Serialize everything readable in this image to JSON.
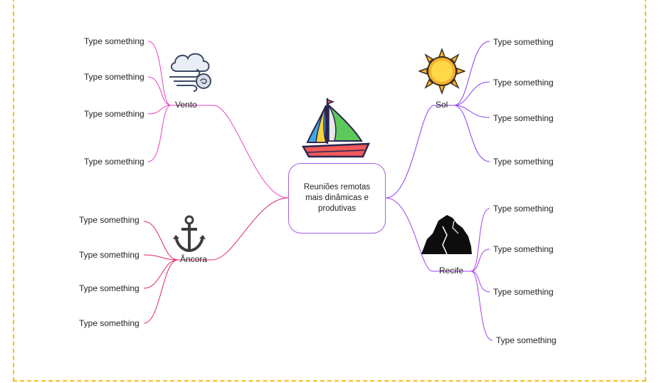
{
  "center": {
    "text": "Reuniões remotas mais dinâmicas e produtivas"
  },
  "branches": [
    {
      "name": "Vento",
      "color": "#e83fc7",
      "icon": "wind-cloud-icon",
      "items": [
        "Type something",
        "Type something",
        "Type something",
        "Type something"
      ]
    },
    {
      "name": "Âncora",
      "color": "#e0246c",
      "icon": "anchor-icon",
      "items": [
        "Type something",
        "Type something",
        "Type something",
        "Type something"
      ]
    },
    {
      "name": "Sol",
      "color": "#8a3cf0",
      "icon": "sun-icon",
      "items": [
        "Type something",
        "Type something",
        "Type something",
        "Type something"
      ]
    },
    {
      "name": "Recife",
      "color": "#a33fe8",
      "icon": "rock-icon",
      "items": [
        "Type something",
        "Type something",
        "Type something",
        "Type something"
      ]
    }
  ],
  "central_icon": "sailboat-icon",
  "frame_color": "#f5bd1c"
}
